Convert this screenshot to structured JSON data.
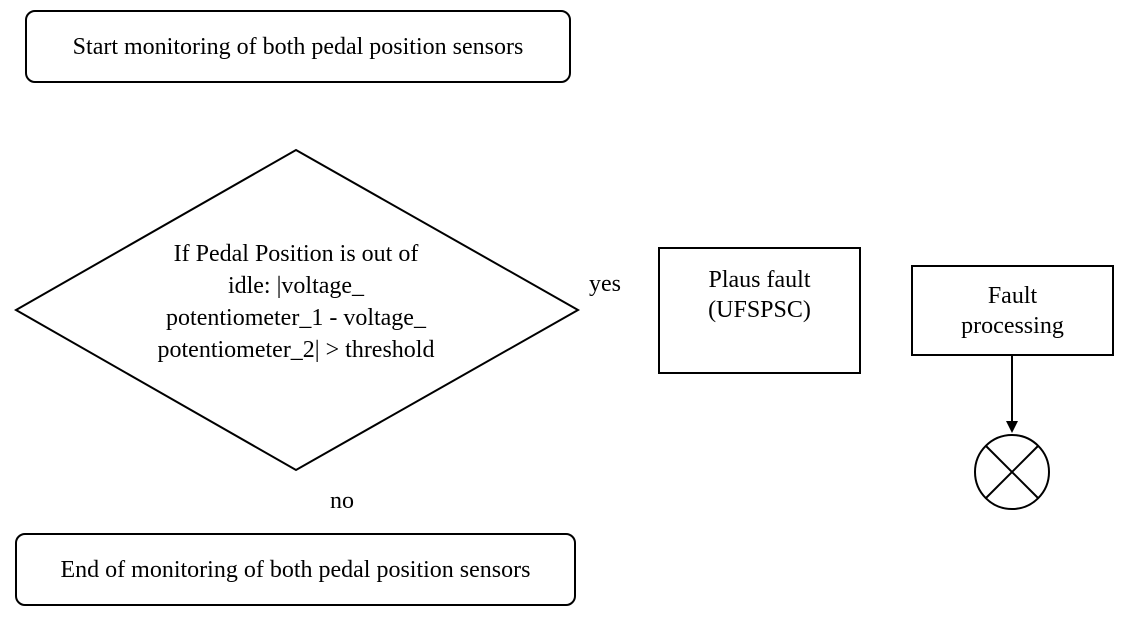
{
  "start": "Start monitoring of both pedal position sensors",
  "decision": {
    "lines": [
      "If Pedal Position is out of",
      "idle: |voltage_",
      "potentiometer_1 - voltage_",
      "potentiometer_2| > threshold"
    ]
  },
  "yes_label": "yes",
  "no_label": "no",
  "plaus_fault": {
    "lines": [
      "Plaus fault",
      "(UFSPSC)"
    ]
  },
  "fault_processing": {
    "lines": [
      "Fault",
      "processing"
    ]
  },
  "end": "End of monitoring of both pedal position sensors",
  "terminator_icon": "circle-x-icon"
}
